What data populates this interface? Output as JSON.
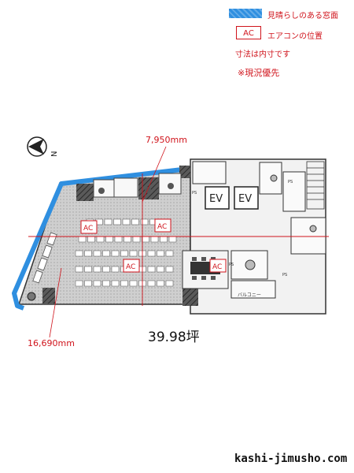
{
  "legend": {
    "window_view_label": "見晴らしのある窓面",
    "ac_box_label": "AC",
    "ac_position_label": "エアコンの位置",
    "dimension_note": "寸法は内寸です",
    "current_condition_note": "※現況優先"
  },
  "plan": {
    "dimension_top": "7,950mm",
    "dimension_left": "16,690mm",
    "ac_units": [
      "AC",
      "AC",
      "AC",
      "AC"
    ],
    "elevators": [
      "EV",
      "EV"
    ],
    "pipe_spaces": [
      "PS",
      "PS",
      "PS",
      "PS"
    ],
    "balcony_label": "バルコニー",
    "north_arrow_label": "N"
  },
  "area": "39.98坪",
  "footer": {
    "site": "kashi-jimusho.com"
  },
  "colors": {
    "window_blue": "#2f8fe0",
    "annotation_red": "#d0141c"
  }
}
